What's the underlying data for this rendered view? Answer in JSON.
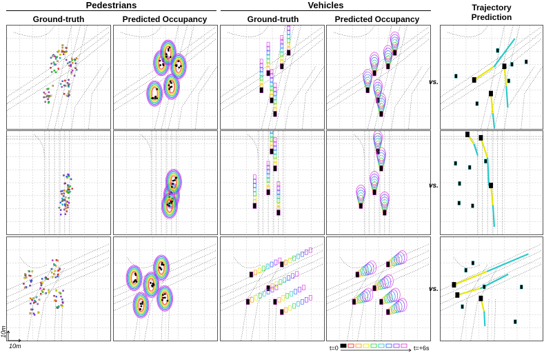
{
  "headers": {
    "pedestrians": "Pedestrians",
    "vehicles": "Vehicles",
    "trajectory_line1": "Trajectory",
    "trajectory_line2": "Prediction",
    "ground_truth_1": "Ground-truth",
    "predicted_occupancy_1": "Predicted Occupancy",
    "ground_truth_2": "Ground-truth",
    "predicted_occupancy_2": "Predicted Occupancy"
  },
  "vs_label": "vs.",
  "scale": {
    "vertical": "10m",
    "horizontal": "10m"
  },
  "legend": {
    "start": "t=0",
    "end": "t=+6s"
  },
  "colors": {
    "timesteps": [
      "#000000",
      "#ff2a2a",
      "#ff9a2a",
      "#e6e600",
      "#3ad63a",
      "#26c9c9",
      "#3a6cff",
      "#9b3aff",
      "#e040e0"
    ],
    "grid": "#bdbdbd",
    "lane": "#222222"
  }
}
